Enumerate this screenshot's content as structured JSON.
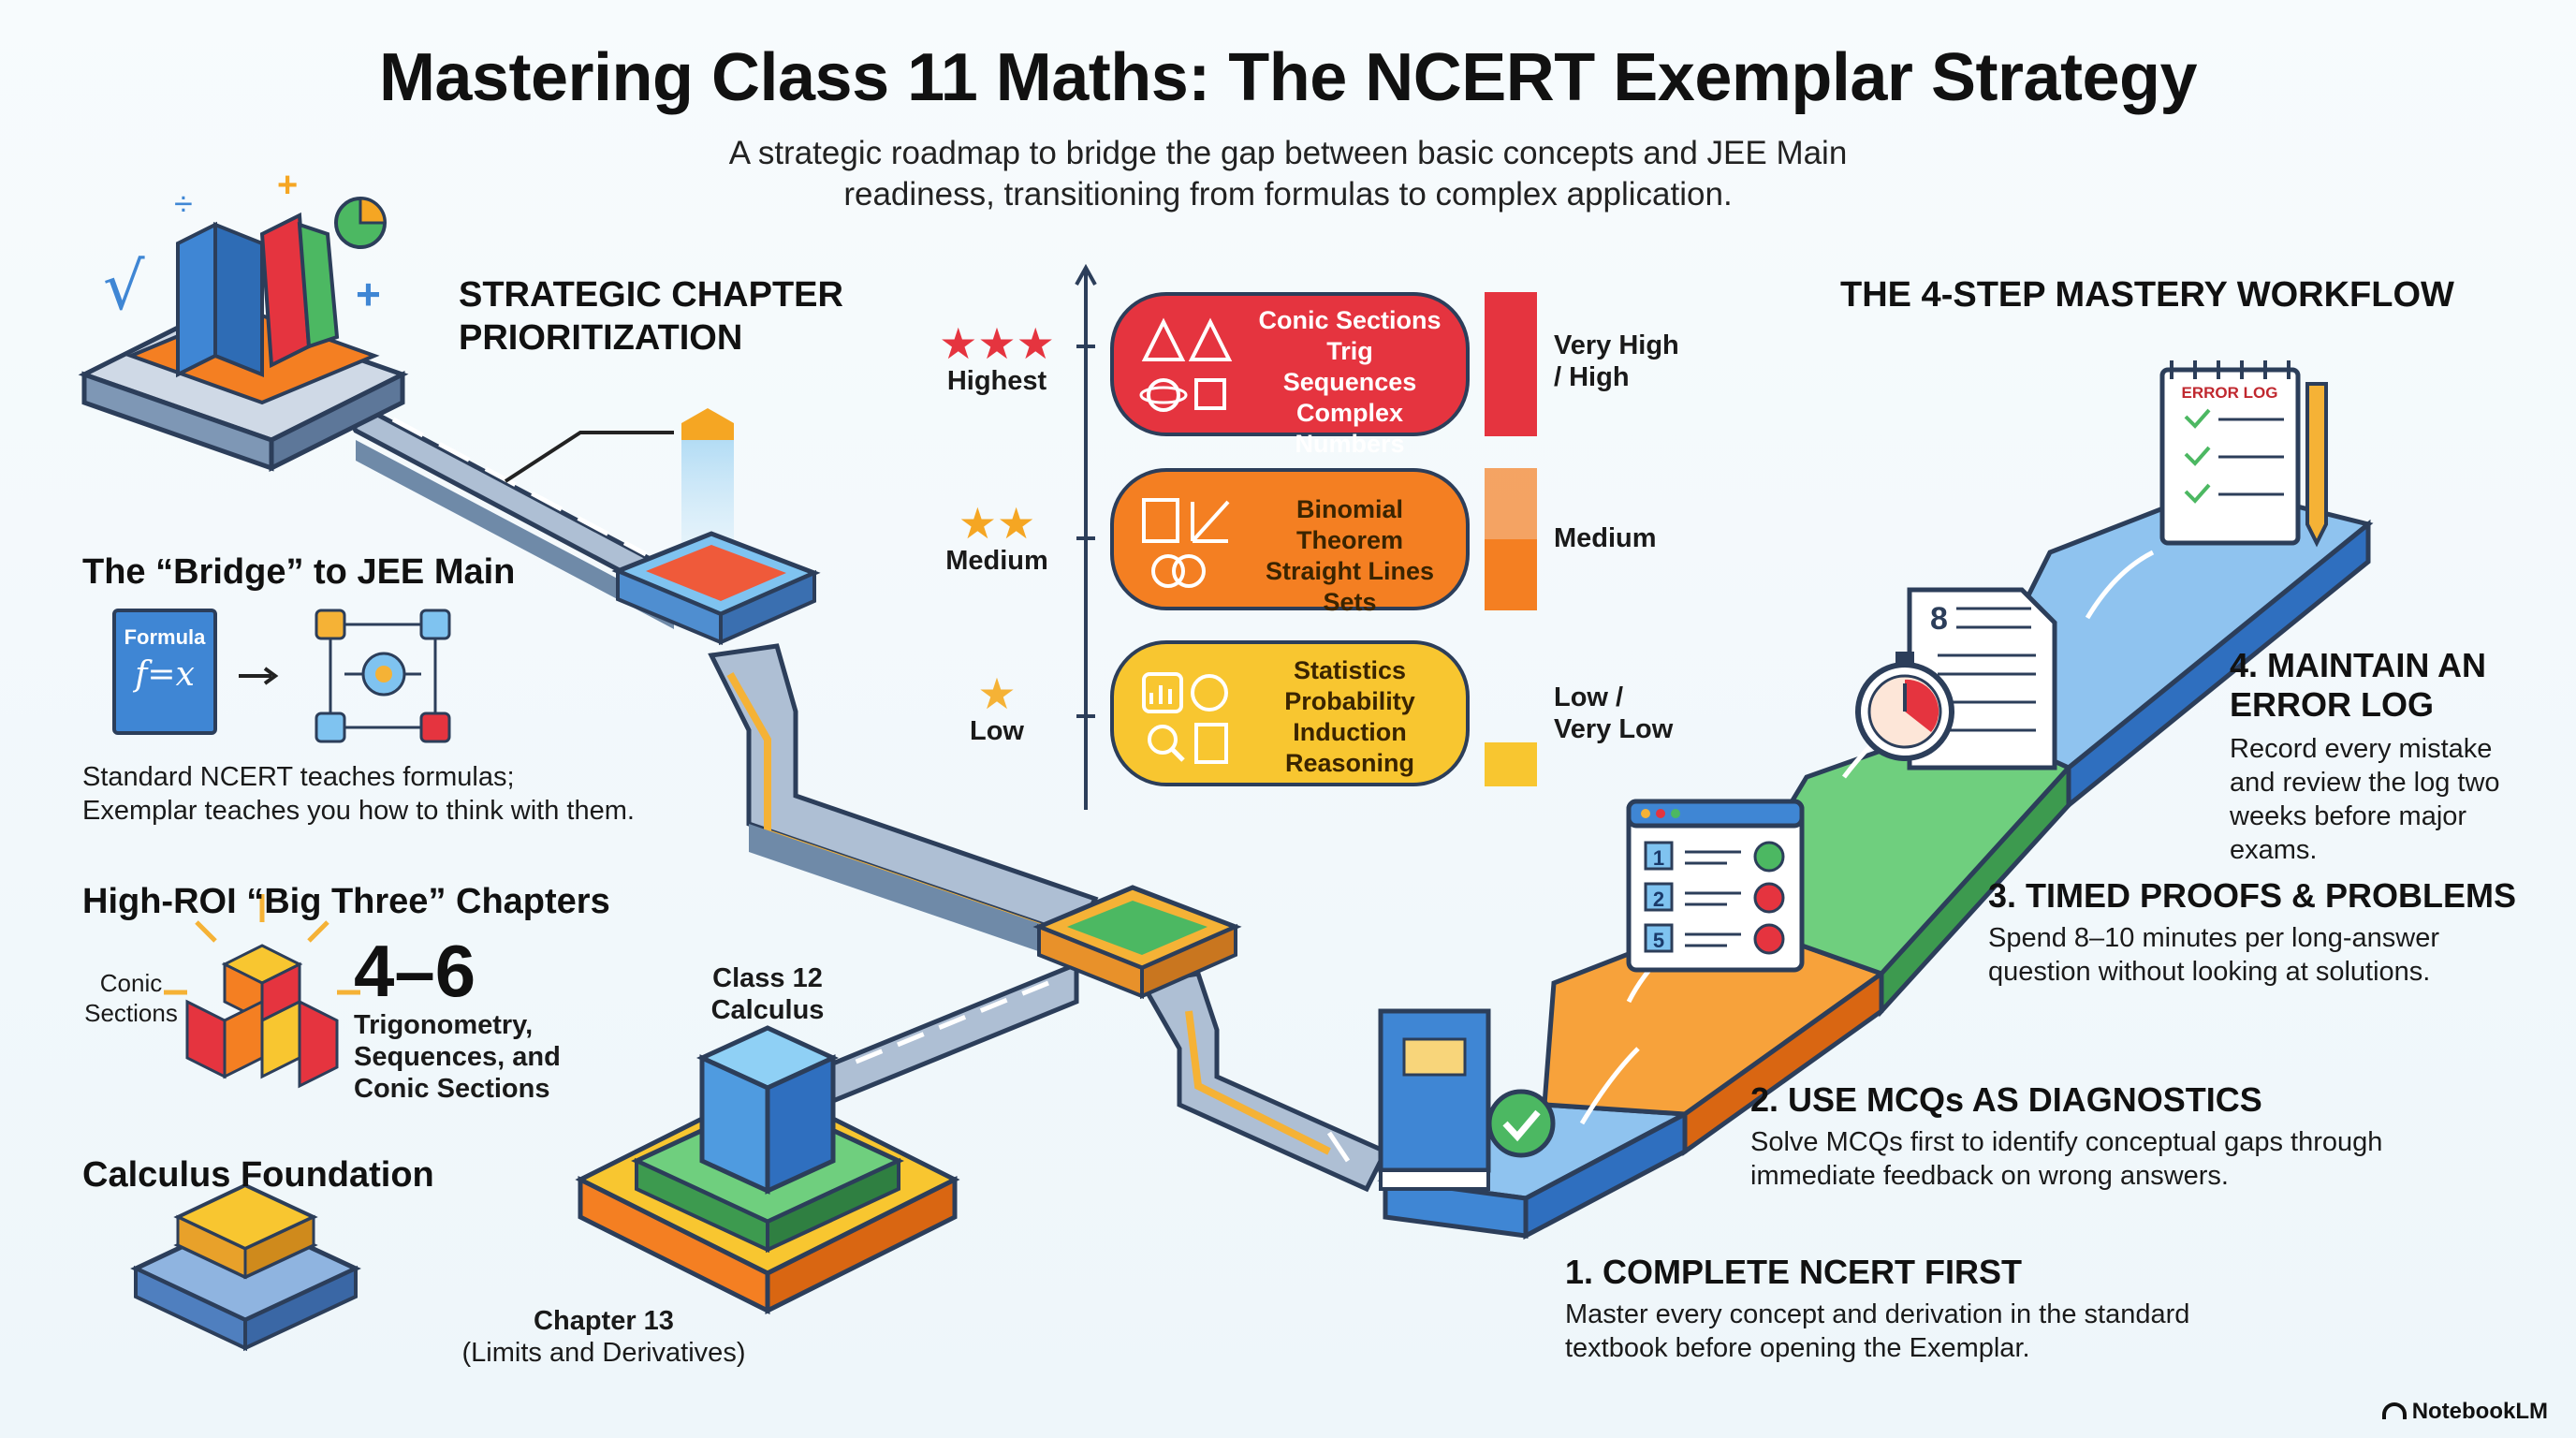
{
  "header": {
    "title": "Mastering Class 11 Maths: The NCERT Exemplar Strategy",
    "subtitle_line1": "A strategic roadmap to bridge the gap between basic concepts and JEE Main",
    "subtitle_line2": "readiness, transitioning from formulas to complex application."
  },
  "prioritization": {
    "heading_line1": "STRATEGIC CHAPTER",
    "heading_line2": "PRIORITIZATION",
    "tiers": [
      {
        "stars": 3,
        "level": "Highest",
        "chapters": [
          "Conic Sections",
          "Trig",
          "Sequences",
          "Complex Numbers"
        ],
        "weight_line1": "Very High",
        "weight_line2": "/ High",
        "color": "#e5343f",
        "bar_fill": 1.0
      },
      {
        "stars": 2,
        "level": "Medium",
        "chapters": [
          "Binomial Theorem",
          "Straight Lines",
          "Sets"
        ],
        "weight_line1": "Medium",
        "weight_line2": "",
        "color": "#f47f22",
        "bar_fill": 0.5
      },
      {
        "stars": 1,
        "level": "Low",
        "chapters": [
          "Statistics",
          "Probability",
          "Induction",
          "Reasoning"
        ],
        "weight_line1": "Low /",
        "weight_line2": "Very Low",
        "color": "#f8c630",
        "bar_fill": 0.3
      }
    ]
  },
  "bridge": {
    "heading": "The “Bridge” to JEE Main",
    "book_label": "Formula",
    "book_formula": "f=x",
    "desc_line1": "Standard NCERT teaches formulas;",
    "desc_line2": "Exemplar teaches you how to think with them."
  },
  "big_three": {
    "heading": "High-ROI “Big Three” Chapters",
    "cube_label_line1": "Conic",
    "cube_label_line2": "Sections",
    "number": "4–6",
    "desc_line1": "Trigonometry,",
    "desc_line2": "Sequences, and",
    "desc_line3": "Conic Sections"
  },
  "calculus": {
    "heading": "Calculus Foundation",
    "class12_line1": "Class 12",
    "class12_line2": "Calculus",
    "chapter_line1": "Chapter 13",
    "chapter_line2": "(Limits and Derivatives)"
  },
  "workflow": {
    "heading": "THE 4-STEP MASTERY WORKFLOW",
    "error_log_label": "ERROR LOG",
    "worksheet_number": "8",
    "mcq_numbers": [
      "1",
      "2",
      "5"
    ],
    "steps": [
      {
        "title": "1. COMPLETE NCERT FIRST",
        "desc_line1": "Master every concept and derivation in the standard",
        "desc_line2": "textbook before opening the Exemplar."
      },
      {
        "title": "2. USE MCQs AS DIAGNOSTICS",
        "desc_line1": "Solve MCQs first to identify conceptual gaps through",
        "desc_line2": "immediate feedback on wrong answers."
      },
      {
        "title": "3. TIMED PROOFS & PROBLEMS",
        "desc_line1": "Spend 8–10 minutes per long-answer",
        "desc_line2": "question without looking at solutions."
      },
      {
        "title_line1": "4. MAINTAIN AN",
        "title_line2": "ERROR LOG",
        "desc_line1": "Record every mistake",
        "desc_line2": "and review the log two",
        "desc_line3": "weeks before major",
        "desc_line4": "exams."
      }
    ]
  },
  "brand": "NotebookLM",
  "colors": {
    "red": "#e5343f",
    "orange": "#f47f22",
    "yellow": "#f8c630",
    "green": "#4cb862",
    "blue": "#3f86d4",
    "road": "#9fb3cc"
  }
}
